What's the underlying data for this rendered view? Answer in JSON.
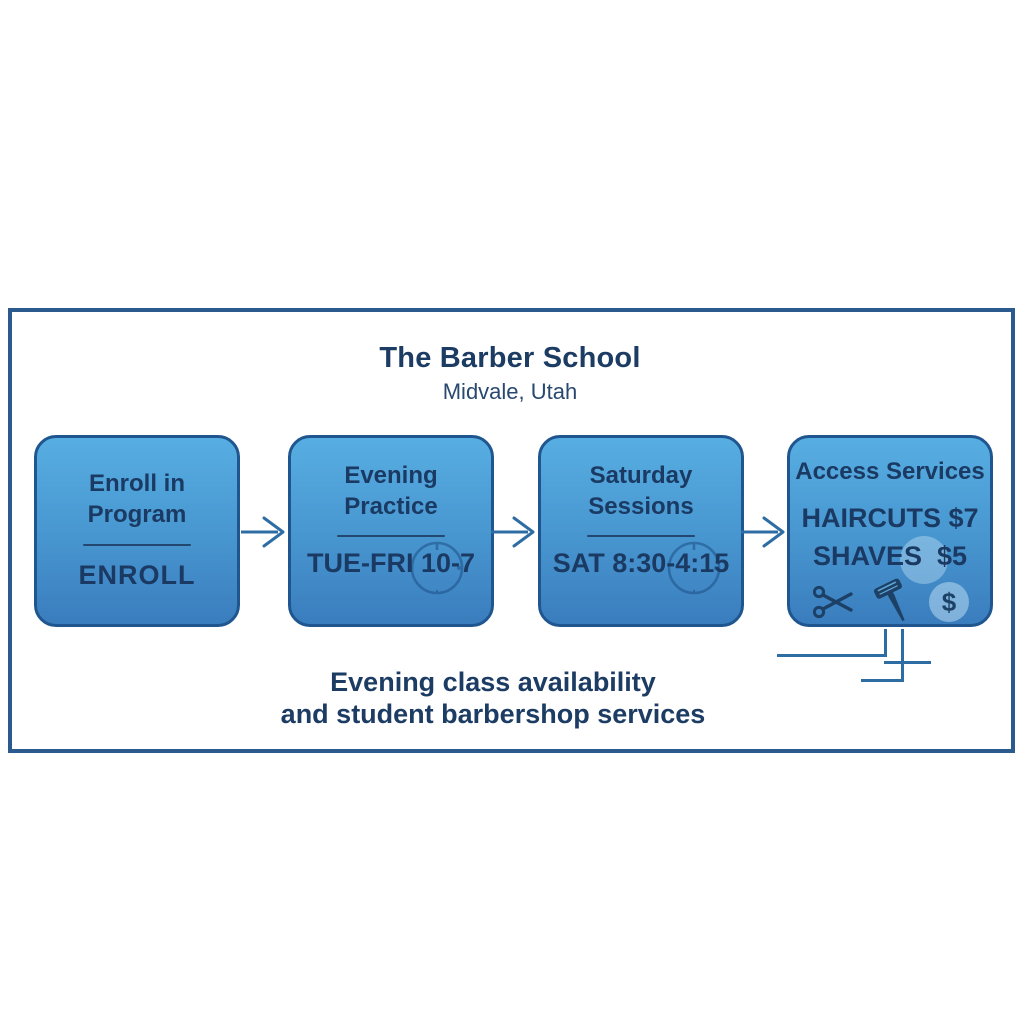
{
  "header": {
    "title": "The Barber School",
    "subtitle": "Midvale, Utah"
  },
  "steps": [
    {
      "title": "Enroll in\nProgram",
      "detail": "ENROLL",
      "icon": null
    },
    {
      "title": "Evening\nPractice",
      "detail": "TUE-FRI 10-7",
      "icon": "clock-icon"
    },
    {
      "title": "Saturday\nSessions",
      "detail": "SAT 8:30-4:15",
      "icon": "clock-icon"
    },
    {
      "title": "Access Services",
      "services": [
        {
          "label": "HAIRCUTS $7"
        },
        {
          "label": "SHAVES  $5"
        }
      ],
      "icons": [
        "scissors-icon",
        "razor-icon",
        "dollar-icon"
      ],
      "dollar_symbol": "$"
    }
  ],
  "connectors": {
    "arrow_icon": "arrow-right-icon",
    "arrow_count": 3
  },
  "caption": "Evening class availability\nand student barbershop services",
  "colors": {
    "frame_border": "#2b5a8f",
    "box_border": "#1f568f",
    "box_gradient_top": "#57aee2",
    "box_gradient_bottom": "#3a7dbe",
    "text_navy": "#1b3a63",
    "heading_navy": "#1c3c64",
    "arrow_blue": "#2e6da4"
  }
}
